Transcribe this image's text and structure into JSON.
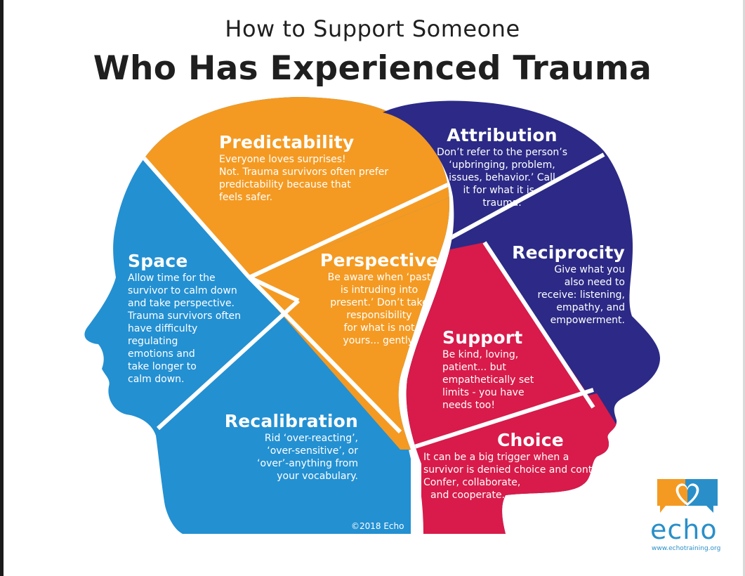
{
  "title": {
    "line1": "How to Support Someone",
    "line2": "Who Has Experienced Trauma"
  },
  "colors": {
    "orange": "#f49a22",
    "blue": "#2390d2",
    "navy": "#2c2a86",
    "crimson": "#d81b4a",
    "logo_orange": "#f49a22",
    "logo_blue": "#2a8fc9"
  },
  "sections": {
    "predictability": {
      "title": "Predictability",
      "lines": [
        "Everyone loves surprises!",
        "Not. Trauma survivors often prefer",
        "predictability because that",
        "feels safer."
      ]
    },
    "space": {
      "title": "Space",
      "lines": [
        "Allow time for the",
        "survivor to calm down",
        "and take perspective.",
        "Trauma survivors often",
        "have difficulty",
        "regulating",
        "emotions and",
        "take longer to",
        "calm down."
      ]
    },
    "perspective": {
      "title": "Perspective",
      "lines": [
        "Be aware when ‘past",
        "is intruding into",
        "present.’ Don’t take",
        "responsibility",
        "for what is not",
        "yours... gently."
      ]
    },
    "recalibration": {
      "title": "Recalibration",
      "lines": [
        "Rid ‘over-reacting’,",
        "‘over-sensitive’, or",
        "‘over’-anything from",
        "your vocabulary."
      ]
    },
    "attribution": {
      "title": "Attribution",
      "lines": [
        "Don’t refer to the person’s",
        "‘upbringing, problem,",
        "issues, behavior.’ Call",
        "it for what it is -",
        "trauma."
      ]
    },
    "reciprocity": {
      "title": "Reciprocity",
      "lines": [
        "Give what you",
        "also need to",
        "receive: listening,",
        "empathy, and",
        "empowerment."
      ]
    },
    "support": {
      "title": "Support",
      "lines": [
        "Be kind, loving,",
        "patient... but",
        "empathetically set",
        "limits - you have",
        "needs too!"
      ]
    },
    "choice": {
      "title": "Choice",
      "lines": [
        "It can be a big trigger when a",
        "survivor is denied choice and control.",
        "Confer, collaborate,",
        "and cooperate."
      ]
    }
  },
  "copyright": "©2018 Echo",
  "logo": {
    "word": "echo",
    "url": "www.echotraining.org",
    "icon": "speech-bubbles-heart-icon"
  }
}
